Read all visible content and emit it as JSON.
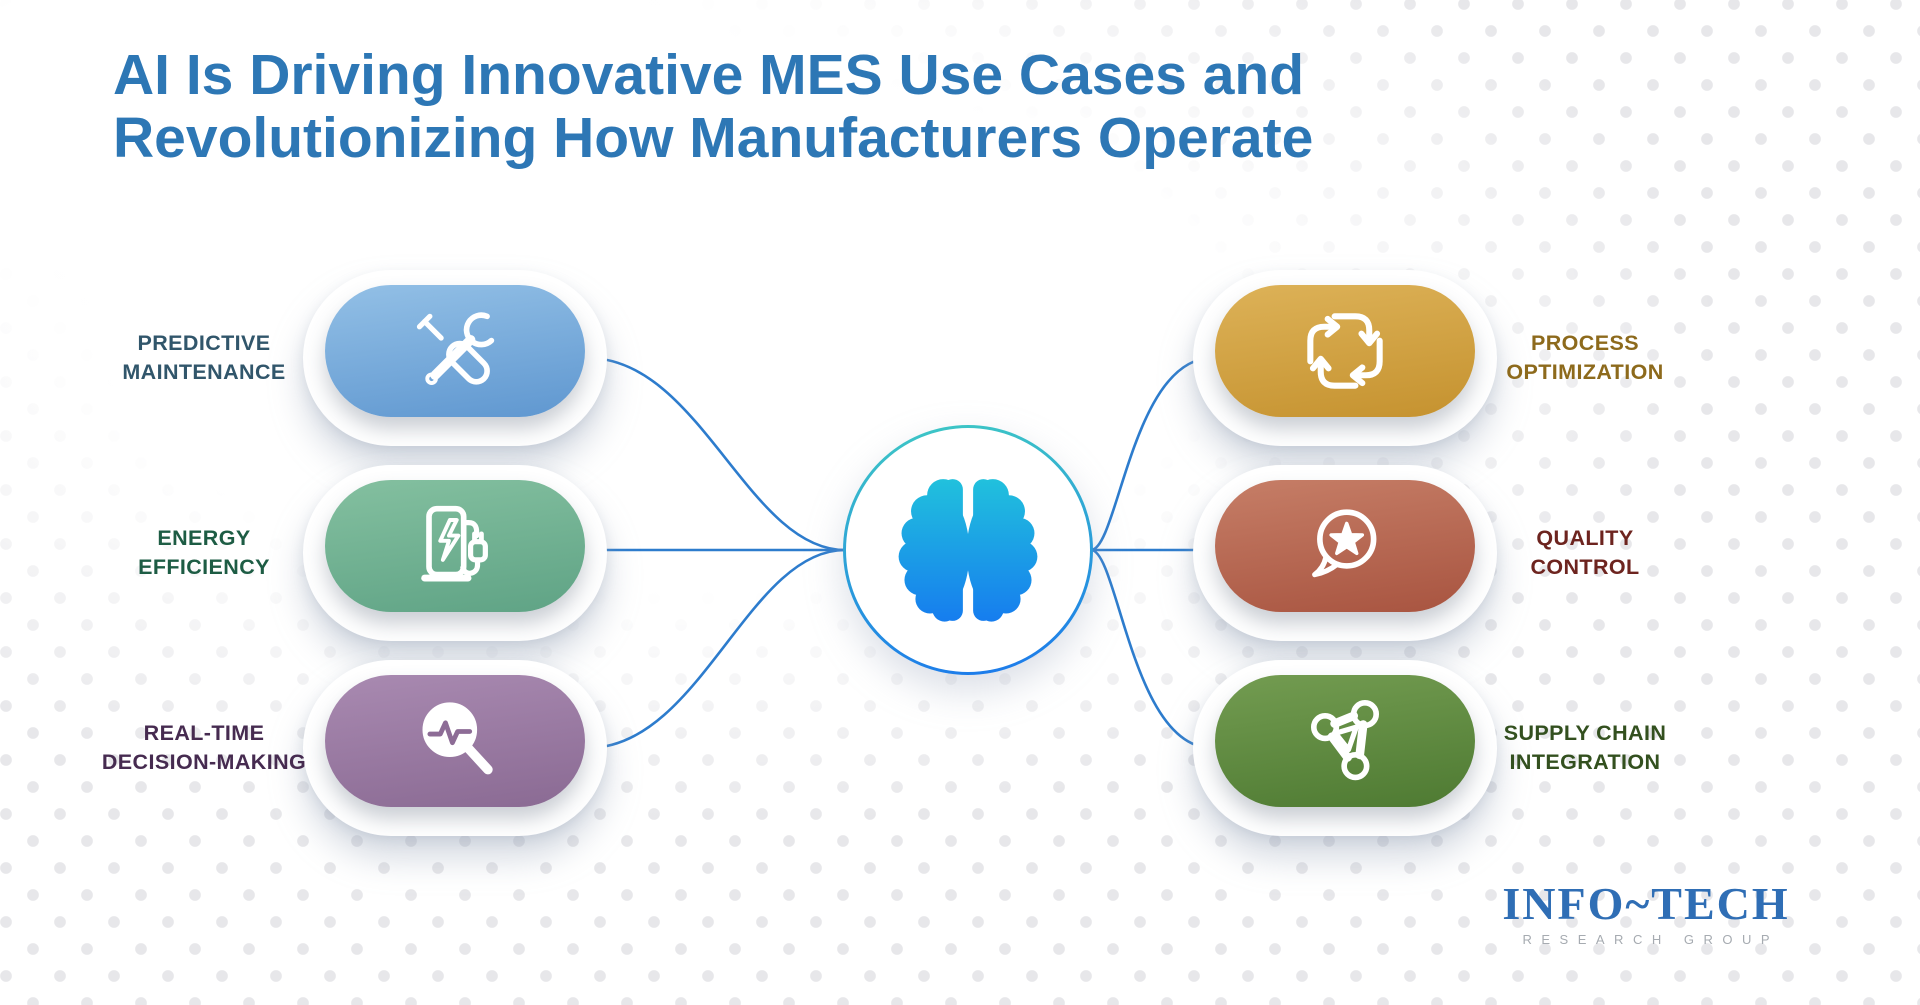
{
  "title": {
    "lines": [
      "AI Is Driving Innovative MES Use Cases and",
      "Revolutionizing How Manufacturers Operate"
    ],
    "color": "#2d77b5"
  },
  "center": {
    "icon": "brain-icon",
    "ring_gradient": [
      "#3ec9c4",
      "#1b78ec"
    ],
    "brain_gradient": [
      "#22c7db",
      "#1577f0"
    ]
  },
  "connectors": {
    "color": "#2d7ccd"
  },
  "background": {
    "dot_color": "#e7e7ea"
  },
  "cards": {
    "left": [
      {
        "label_lines": [
          "PREDICTIVE",
          "MAINTENANCE"
        ],
        "label_color": "#31566b",
        "icon": "tools-icon",
        "gradient": [
          "#93c0e6",
          "#5f97d0"
        ]
      },
      {
        "label_lines": [
          "ENERGY",
          "EFFICIENCY"
        ],
        "label_color": "#1d5c44",
        "icon": "ev-charger-icon",
        "gradient": [
          "#84c0a0",
          "#5fa385"
        ]
      },
      {
        "label_lines": [
          "REAL-TIME",
          "DECISION-MAKING"
        ],
        "label_color": "#462b50",
        "icon": "magnifier-pulse-icon",
        "gradient": [
          "#a98ab1",
          "#8a6a93"
        ]
      }
    ],
    "right": [
      {
        "label_lines": [
          "PROCESS",
          "OPTIMIZATION"
        ],
        "label_color": "#8d6a1c",
        "icon": "cycle-arrows-icon",
        "gradient": [
          "#ddb258",
          "#c5922f"
        ]
      },
      {
        "label_lines": [
          "QUALITY",
          "CONTROL"
        ],
        "label_color": "#6d241f",
        "icon": "star-bubble-icon",
        "gradient": [
          "#c67e67",
          "#a85440"
        ]
      },
      {
        "label_lines": [
          "SUPPLY CHAIN",
          "INTEGRATION"
        ],
        "label_color": "#33501f",
        "icon": "network-triangle-icon",
        "gradient": [
          "#739c51",
          "#4e7a32"
        ]
      }
    ]
  },
  "logo": {
    "name": "INFO~TECH",
    "subtitle": "RESEARCH GROUP",
    "name_color": "#2f6eb5",
    "subtitle_color": "#a6abb1"
  }
}
